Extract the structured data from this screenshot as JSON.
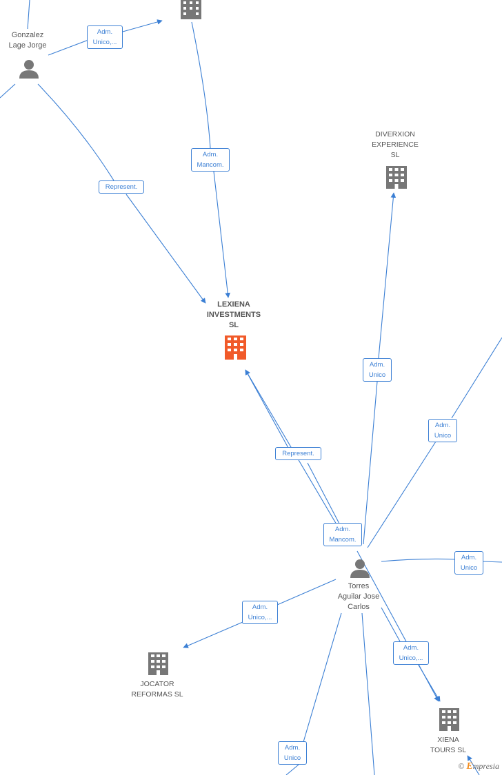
{
  "nodes": {
    "gonzalez": {
      "name_line1": "Gonzalez",
      "name_line2": "Lage Jorge",
      "icon": "person-icon"
    },
    "top_company": {
      "icon": "building-icon"
    },
    "diverxion": {
      "name_line1": "DIVERXION",
      "name_line2": "EXPERIENCE",
      "name_line3": "SL",
      "icon": "building-icon"
    },
    "lexiena": {
      "name_line1": "LEXIENA",
      "name_line2": "INVESTMENTS",
      "name_line3": "SL",
      "icon": "building-icon",
      "color": "#f15a29"
    },
    "torres": {
      "name_line1": "Torres",
      "name_line2": "Aguilar Jose",
      "name_line3": "Carlos",
      "icon": "person-icon"
    },
    "jocator": {
      "name_line1": "JOCATOR",
      "name_line2": "REFORMAS SL",
      "icon": "building-icon"
    },
    "xiena": {
      "name_line1": "XIENA",
      "name_line2": "TOURS  SL",
      "icon": "building-icon"
    }
  },
  "edges": {
    "e1": {
      "line1": "Adm.",
      "line2": "Unico,..."
    },
    "e2": {
      "line1": "Adm.",
      "line2": "Mancom."
    },
    "e3": {
      "line1": "Represent."
    },
    "e4": {
      "line1": "Adm.",
      "line2": "Unico"
    },
    "e5": {
      "line1": "Adm.",
      "line2": "Unico"
    },
    "e6": {
      "line1": "Represent."
    },
    "e7": {
      "line1": "Adm.",
      "line2": "Mancom."
    },
    "e8": {
      "line1": "Adm.",
      "line2": "Unico"
    },
    "e9": {
      "line1": "Adm.",
      "line2": "Unico,..."
    },
    "e10": {
      "line1": "Adm.",
      "line2": "Unico,..."
    },
    "e11": {
      "line1": "Adm.",
      "line2": "Unico"
    }
  },
  "colors": {
    "edge": "#3b7fd4",
    "node_icon": "#777777",
    "focus_icon": "#f15a29"
  },
  "watermark": {
    "symbol": "©",
    "brand_first": "E",
    "brand_rest": "mpresia"
  }
}
